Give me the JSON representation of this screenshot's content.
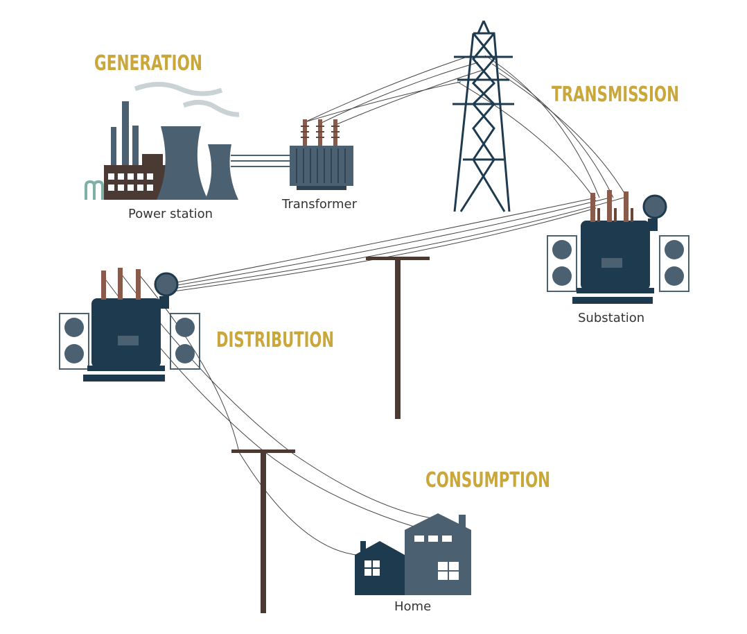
{
  "stages": {
    "generation": "GENERATION",
    "transmission": "TRANSMISSION",
    "distribution": "DISTRIBUTION",
    "consumption": "CONSUMPTION"
  },
  "captions": {
    "power_station": "Power station",
    "transformer": "Transformer",
    "substation": "Substation",
    "home": "Home"
  },
  "colors": {
    "stage_label": "#c9a73a",
    "equipment": "#1e3a4f",
    "equipment_light": "#4b6070",
    "brick": "#4a3a33",
    "pole": "#4a3a33",
    "insulator": "#8a5a4a",
    "steam": "#c9d3d6",
    "pipe": "#7fb0a8"
  },
  "icons": [
    "power-station-icon",
    "transformer-icon",
    "transmission-tower-icon",
    "substation-icon",
    "distribution-transformer-icon",
    "utility-pole-icon",
    "house-icon"
  ]
}
